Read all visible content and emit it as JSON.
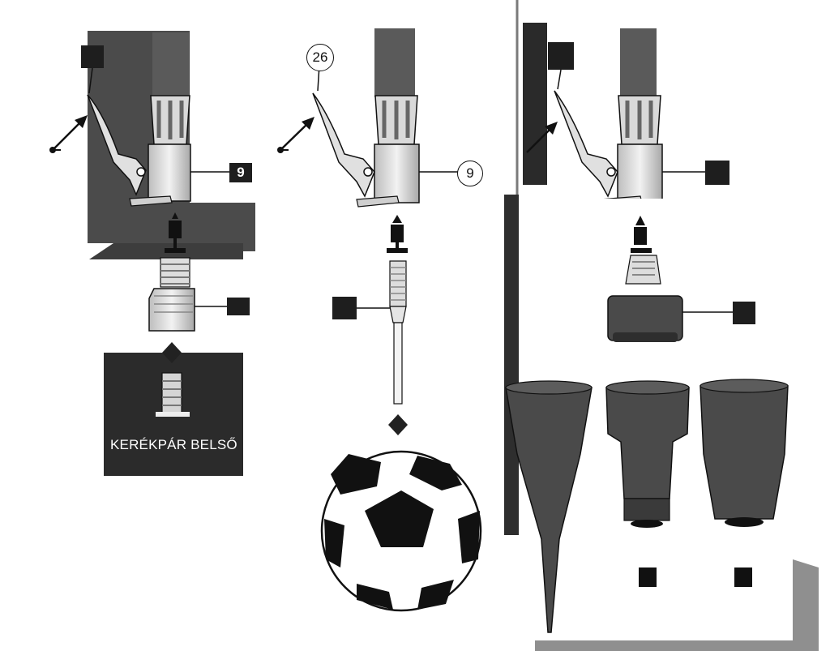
{
  "panels": [
    {
      "id": "bicycle",
      "labels": [
        "9"
      ],
      "caption": "KERÉKPÁR BELSŐ"
    },
    {
      "id": "ball",
      "labels": [
        "26",
        "9"
      ]
    },
    {
      "id": "inflatables",
      "labels": []
    }
  ],
  "icons": [
    "pump-head-icon",
    "lever-icon",
    "arrow-icon",
    "valve-adapter-icon",
    "needle-icon",
    "soccer-ball-icon",
    "cone-nozzle-icon"
  ]
}
